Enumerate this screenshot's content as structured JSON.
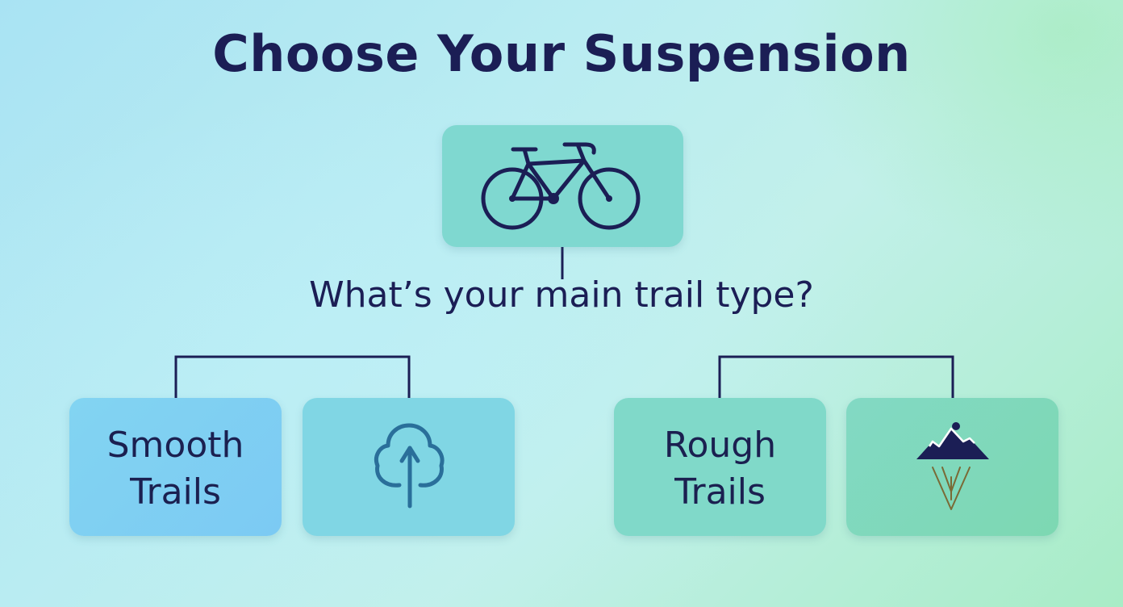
{
  "title": "Choose Your Suspension",
  "question": "What’s your main trail type?",
  "root": {
    "icon": "bicycle-icon"
  },
  "branches": [
    {
      "label_line1": "Smooth",
      "label_line2": "Trails",
      "icon": "tree-icon",
      "color": "#7ccaf3"
    },
    {
      "label_line1": "Rough",
      "label_line2": "Trails",
      "icon": "mountain-icon",
      "color": "#7dd8b2"
    }
  ],
  "colors": {
    "ink": "#1b1e55",
    "root_box": "#7fd8d0"
  }
}
